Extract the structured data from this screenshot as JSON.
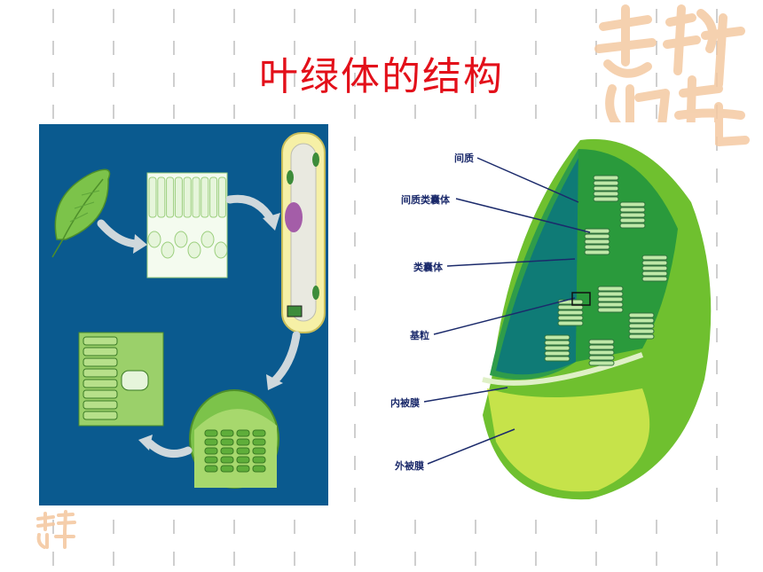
{
  "slide": {
    "title": "叶绿体的结构"
  },
  "colors": {
    "title": "#e3101a",
    "panel_bg": "#0a5a8f",
    "leaf_green": "#7cc34a",
    "stroma_green": "#2f9c4a",
    "label_text": "#1b2a6b"
  },
  "chloroplast_labels": [
    "间质",
    "间质类囊体",
    "类囊体",
    "基粒",
    "内被膜",
    "外被膜"
  ],
  "icons": {
    "left_diagram": "leaf-to-chloroplast-diagram",
    "right_diagram": "chloroplast-cross-section",
    "decoration": "auspicious-seal-decoration"
  }
}
